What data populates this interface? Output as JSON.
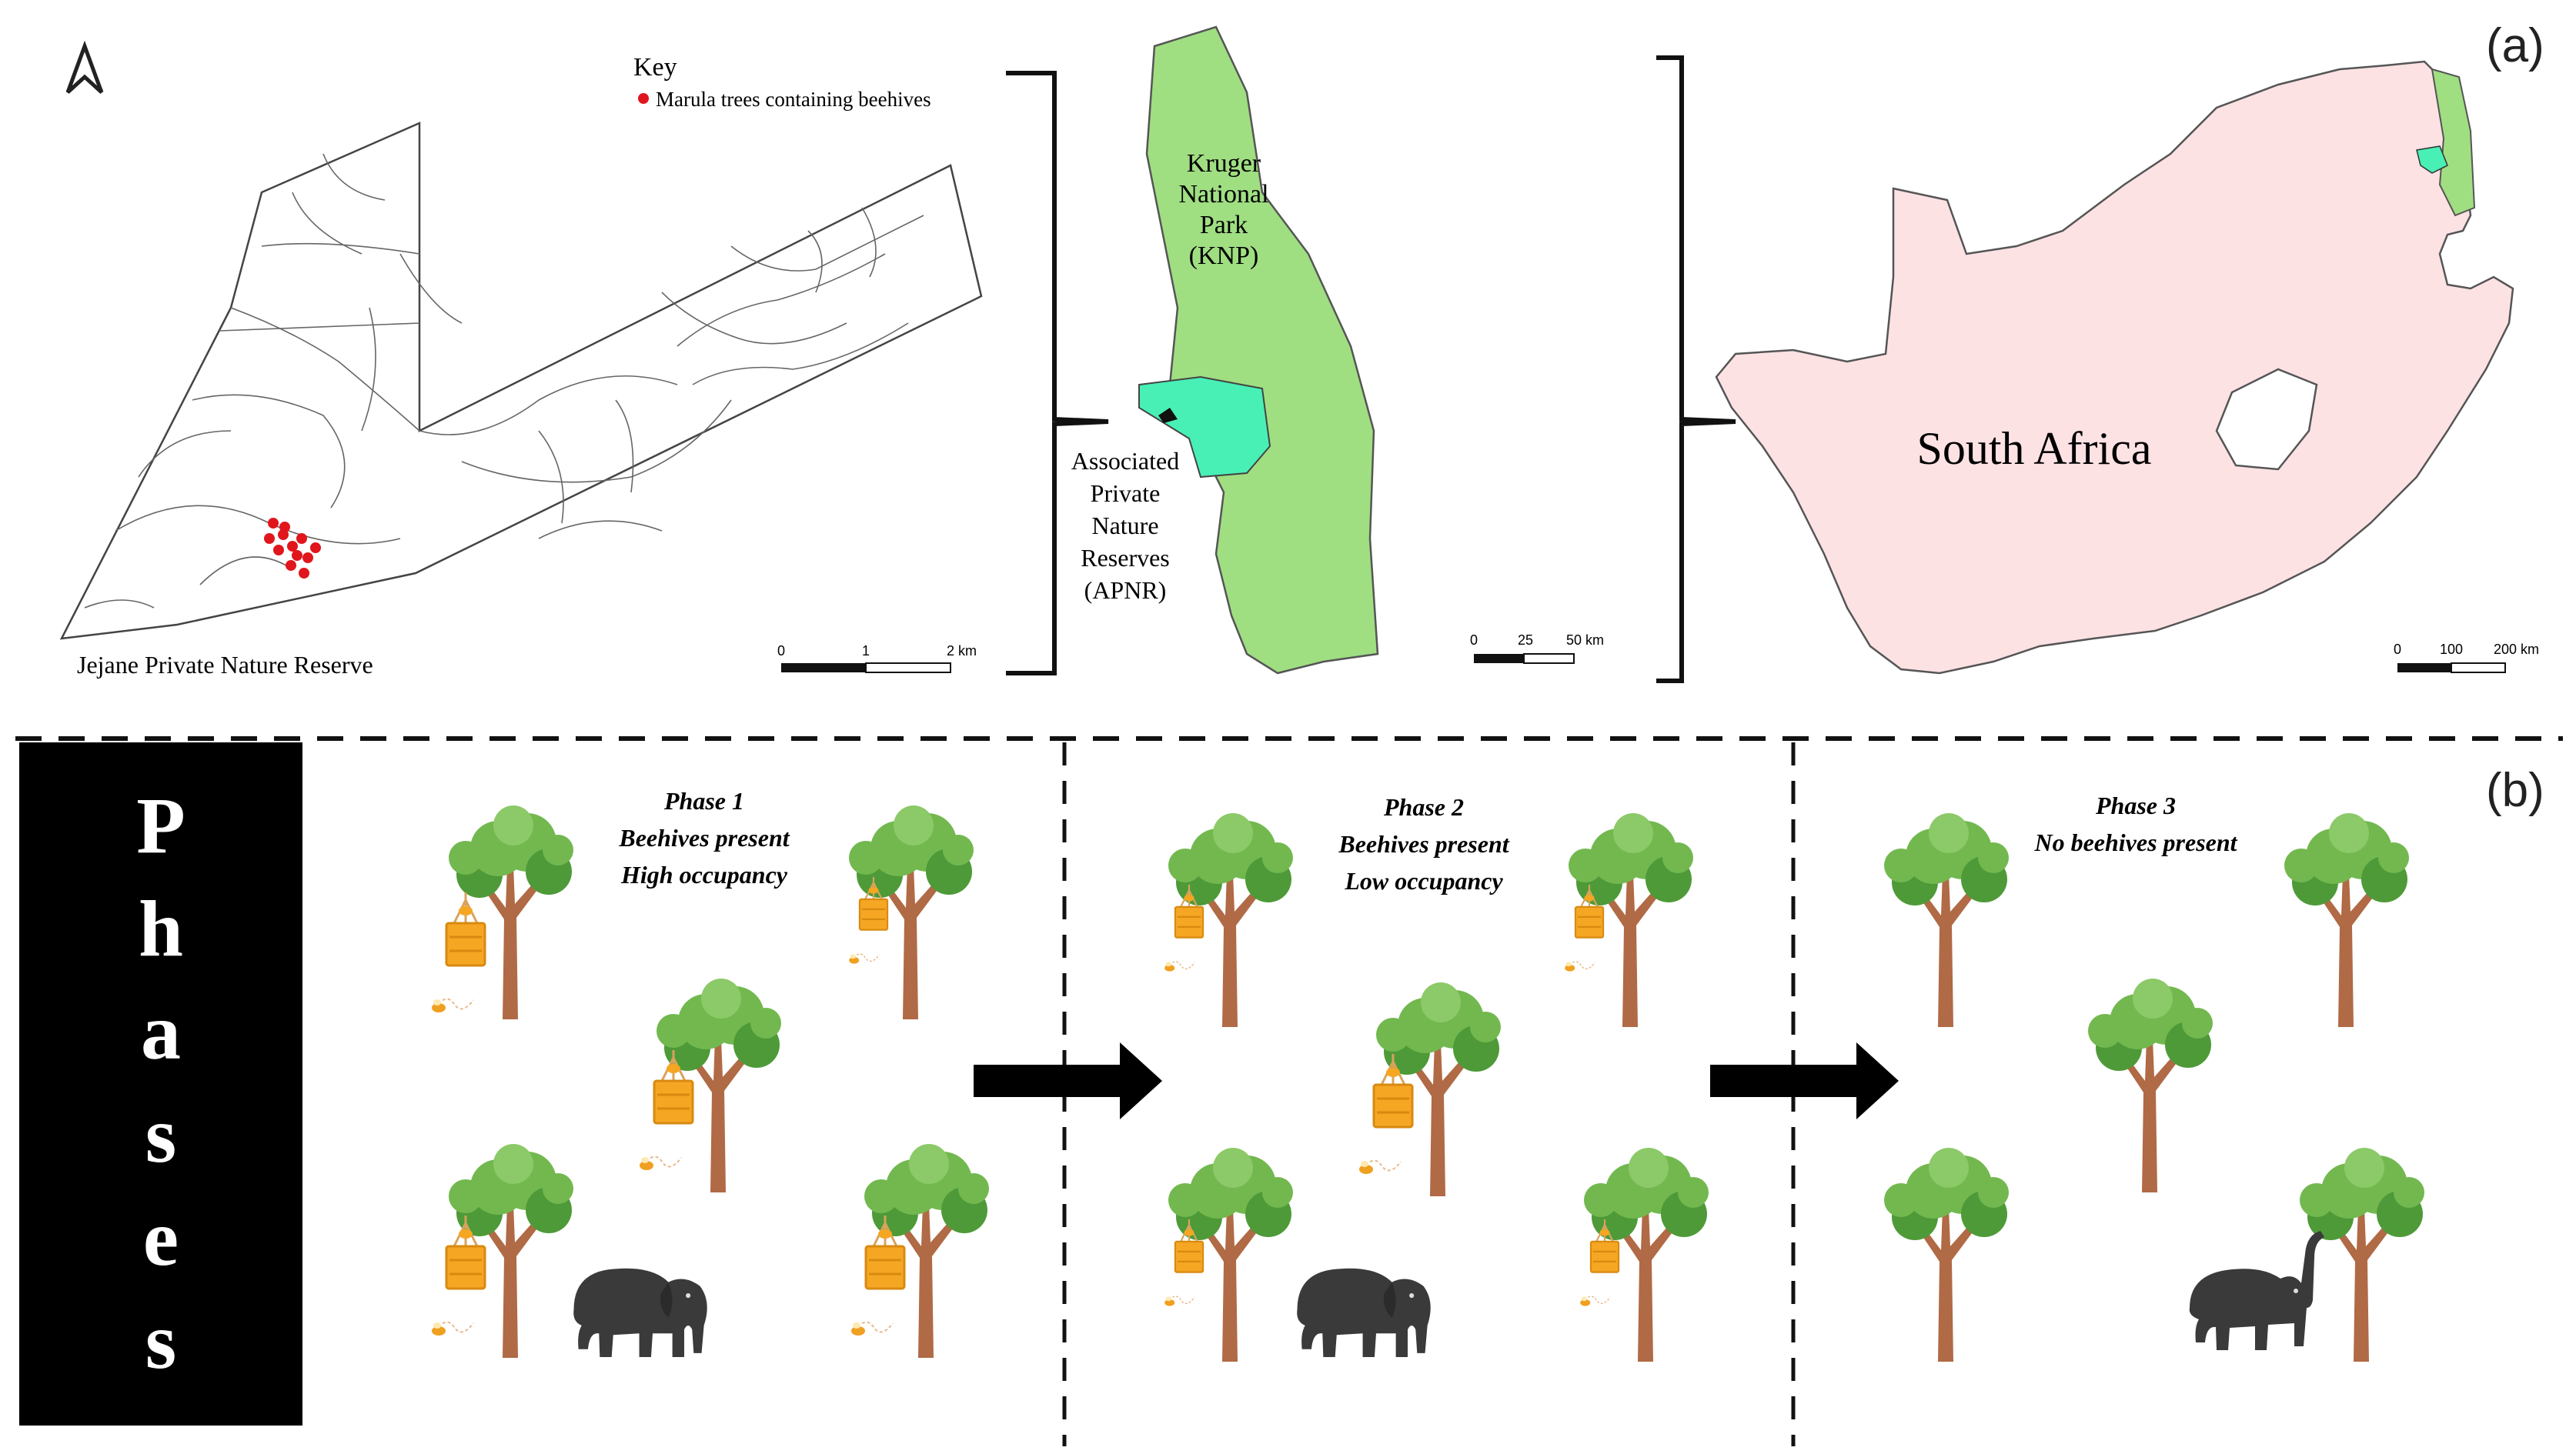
{
  "panel_labels": {
    "a": "(a)",
    "b": "(b)"
  },
  "reserve_map": {
    "key_title": "Key",
    "key_item": "Marula trees containing beehives",
    "key_color": "#e0161c",
    "name": "Jejane Private Nature Reserve",
    "scale_labels": [
      "0",
      "1",
      "2 km"
    ],
    "north_icon": "north-arrow-icon"
  },
  "kruger_map": {
    "park_lines": [
      "Kruger",
      "National",
      "Park",
      "(KNP)"
    ],
    "reserve_lines": [
      "Associated",
      "Private",
      "Nature",
      "Reserves",
      "(APNR)"
    ],
    "park_color": "#a0de82",
    "reserve_color": "#48f0b6",
    "scale_labels": [
      "0",
      "25",
      "50 km"
    ]
  },
  "country_map": {
    "name": "South Africa",
    "fill_color": "#fde2e4",
    "scale_labels": [
      "0",
      "100",
      "200 km"
    ]
  },
  "phases_banner": {
    "letters": [
      "P",
      "h",
      "a",
      "s",
      "e",
      "s"
    ]
  },
  "phases": [
    {
      "title": "Phase 1",
      "lines": [
        "Beehives present",
        "High occupancy"
      ]
    },
    {
      "title": "Phase 2",
      "lines": [
        "Beehives present",
        "Low occupancy"
      ]
    },
    {
      "title": "Phase 3",
      "lines": [
        "No beehives present"
      ]
    }
  ],
  "icons": {
    "tree": "marula-tree-icon",
    "beehive": "beehive-icon",
    "bee": "bee-icon",
    "elephant": "elephant-icon",
    "arrow": "right-arrow-icon"
  },
  "colors": {
    "tree_leaf": "#72b84f",
    "tree_leaf_dark": "#4e9a38",
    "tree_trunk": "#b06a45",
    "beehive": "#f5a623",
    "elephant": "#3a3a3a"
  }
}
